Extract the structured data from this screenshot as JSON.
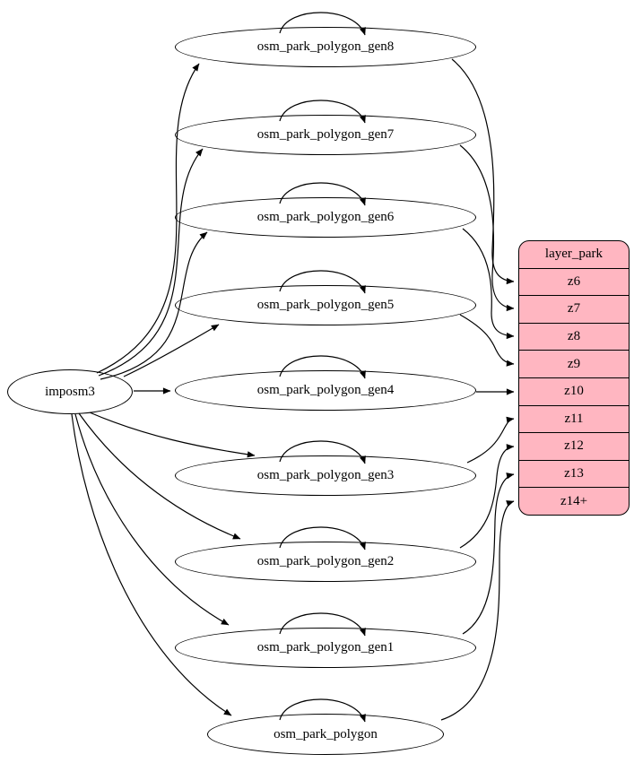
{
  "nodes": {
    "source": {
      "label": "imposm3"
    },
    "tables": [
      {
        "label": "osm_park_polygon_gen8"
      },
      {
        "label": "osm_park_polygon_gen7"
      },
      {
        "label": "osm_park_polygon_gen6"
      },
      {
        "label": "osm_park_polygon_gen5"
      },
      {
        "label": "osm_park_polygon_gen4"
      },
      {
        "label": "osm_park_polygon_gen3"
      },
      {
        "label": "osm_park_polygon_gen2"
      },
      {
        "label": "osm_park_polygon_gen1"
      },
      {
        "label": "osm_park_polygon"
      }
    ],
    "record": {
      "title": "layer_park",
      "rows": [
        "z6",
        "z7",
        "z8",
        "z9",
        "z10",
        "z11",
        "z12",
        "z13",
        "z14+"
      ]
    }
  },
  "edges": [
    {
      "from": "imposm3",
      "to": "osm_park_polygon_gen8"
    },
    {
      "from": "imposm3",
      "to": "osm_park_polygon_gen7"
    },
    {
      "from": "imposm3",
      "to": "osm_park_polygon_gen6"
    },
    {
      "from": "imposm3",
      "to": "osm_park_polygon_gen5"
    },
    {
      "from": "imposm3",
      "to": "osm_park_polygon_gen4"
    },
    {
      "from": "imposm3",
      "to": "osm_park_polygon_gen3"
    },
    {
      "from": "imposm3",
      "to": "osm_park_polygon_gen2"
    },
    {
      "from": "imposm3",
      "to": "osm_park_polygon_gen1"
    },
    {
      "from": "imposm3",
      "to": "osm_park_polygon"
    },
    {
      "from": "osm_park_polygon_gen8",
      "to": "osm_park_polygon_gen8",
      "type": "self-loop"
    },
    {
      "from": "osm_park_polygon_gen7",
      "to": "osm_park_polygon_gen7",
      "type": "self-loop"
    },
    {
      "from": "osm_park_polygon_gen6",
      "to": "osm_park_polygon_gen6",
      "type": "self-loop"
    },
    {
      "from": "osm_park_polygon_gen5",
      "to": "osm_park_polygon_gen5",
      "type": "self-loop"
    },
    {
      "from": "osm_park_polygon_gen4",
      "to": "osm_park_polygon_gen4",
      "type": "self-loop"
    },
    {
      "from": "osm_park_polygon_gen3",
      "to": "osm_park_polygon_gen3",
      "type": "self-loop"
    },
    {
      "from": "osm_park_polygon_gen2",
      "to": "osm_park_polygon_gen2",
      "type": "self-loop"
    },
    {
      "from": "osm_park_polygon_gen1",
      "to": "osm_park_polygon_gen1",
      "type": "self-loop"
    },
    {
      "from": "osm_park_polygon",
      "to": "osm_park_polygon",
      "type": "self-loop"
    },
    {
      "from": "osm_park_polygon_gen8",
      "to": "layer_park:z6"
    },
    {
      "from": "osm_park_polygon_gen7",
      "to": "layer_park:z7"
    },
    {
      "from": "osm_park_polygon_gen6",
      "to": "layer_park:z8"
    },
    {
      "from": "osm_park_polygon_gen5",
      "to": "layer_park:z9"
    },
    {
      "from": "osm_park_polygon_gen4",
      "to": "layer_park:z10"
    },
    {
      "from": "osm_park_polygon_gen3",
      "to": "layer_park:z11"
    },
    {
      "from": "osm_park_polygon_gen2",
      "to": "layer_park:z12"
    },
    {
      "from": "osm_park_polygon_gen1",
      "to": "layer_park:z13"
    },
    {
      "from": "osm_park_polygon",
      "to": "layer_park:z14+"
    }
  ],
  "colors": {
    "record_fill": "#ffb6c1",
    "node_fill": "#ffffff",
    "stroke": "#000000"
  }
}
